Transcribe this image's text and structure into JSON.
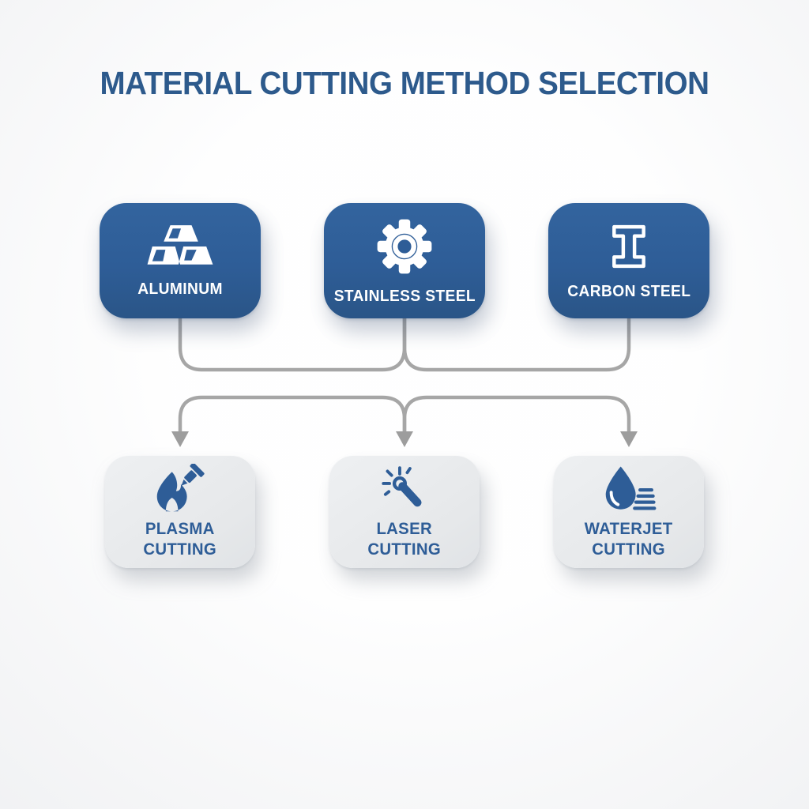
{
  "title": "MATERIAL CUTTING METHOD SELECTION",
  "colors": {
    "accent-blue": "#2e5d97",
    "title-blue": "#2d5a8c",
    "card-gray": "#e6e8ea",
    "connector-gray": "#a6a6a6",
    "background": "#fbfbfc",
    "icon-white": "#ffffff"
  },
  "materials": [
    {
      "label": "ALUMINUM",
      "icon": "ingots-icon"
    },
    {
      "label": "STAINLESS STEEL",
      "icon": "gear-icon"
    },
    {
      "label": "CARBON STEEL",
      "icon": "i-beam-icon"
    }
  ],
  "methods": [
    {
      "lines": [
        "PLASMA",
        "CUTTING"
      ],
      "icon": "flame-torch-icon"
    },
    {
      "lines": [
        "LASER",
        "CUTTING"
      ],
      "icon": "laser-wand-icon"
    },
    {
      "lines": [
        "WATERJET",
        "CUTTING"
      ],
      "icon": "water-drop-icon"
    }
  ],
  "flow": {
    "from_columns": [
      "ALUMINUM",
      "STAINLESS STEEL",
      "CARBON STEEL"
    ],
    "to_columns": [
      "PLASMA CUTTING",
      "LASER CUTTING",
      "WATERJET CUTTING"
    ],
    "pattern": "all materials merge then split to all methods"
  }
}
